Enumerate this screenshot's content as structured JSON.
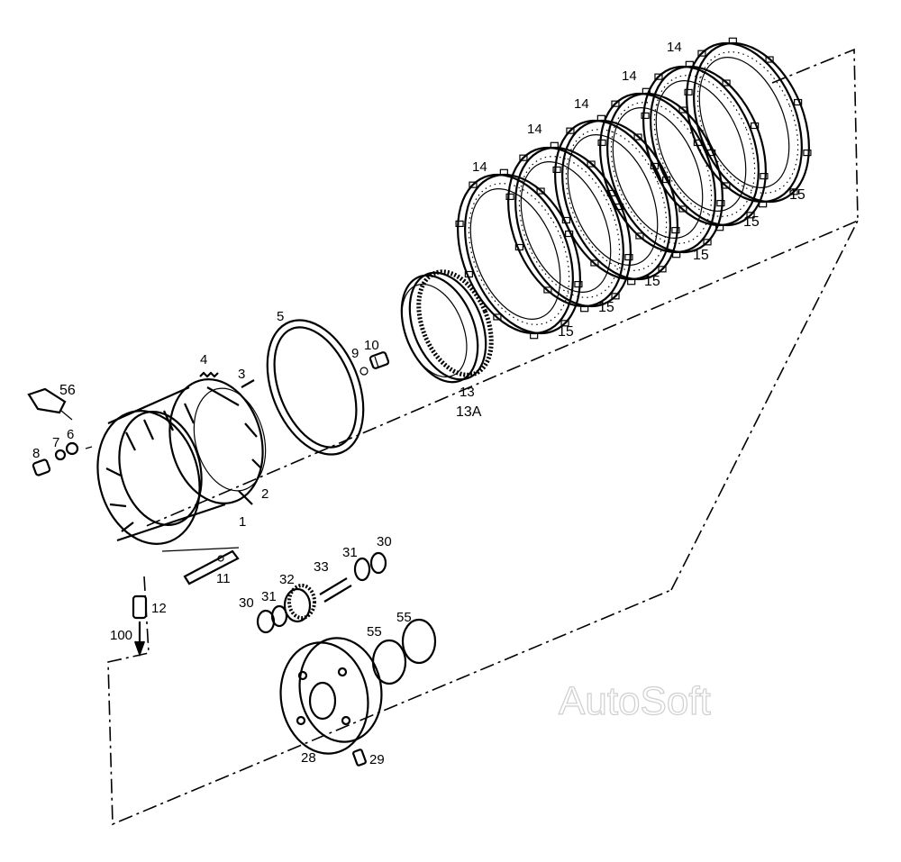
{
  "diagram": {
    "watermark": "AutoSoft",
    "labels": {
      "p1": "1",
      "p2": "2",
      "p3": "3",
      "p4": "4",
      "p5": "5",
      "p6": "6",
      "p7": "7",
      "p8": "8",
      "p9": "9",
      "p10": "10",
      "p11": "11",
      "p12": "12",
      "p13": "13",
      "p13a": "13A",
      "p14": "14",
      "p15": "15",
      "p28": "28",
      "p29": "29",
      "p30": "30",
      "p31": "31",
      "p32": "32",
      "p33": "33",
      "p55": "55",
      "p56": "56",
      "p100": "100"
    }
  }
}
